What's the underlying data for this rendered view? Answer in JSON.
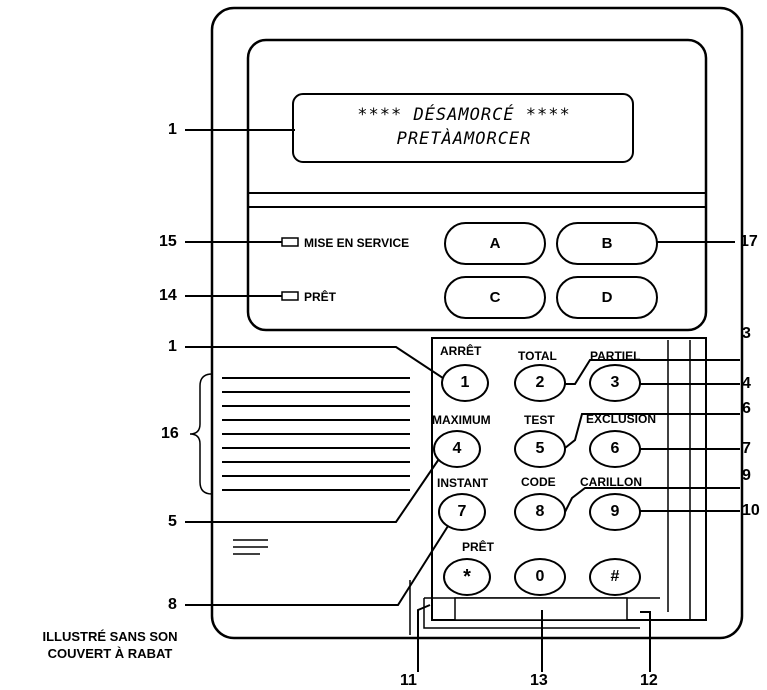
{
  "display": {
    "line1": "**** DÉSAMORCÉ ****",
    "line2": "PRETÀAMORCER"
  },
  "leds": {
    "service_label": "MISE EN SERVICE",
    "ready_label": "PRÊT"
  },
  "function_keys": [
    "A",
    "B",
    "C",
    "D"
  ],
  "keypad": [
    {
      "key": "1",
      "label": "ARRÊT"
    },
    {
      "key": "2",
      "label": "TOTAL"
    },
    {
      "key": "3",
      "label": "PARTIEL"
    },
    {
      "key": "4",
      "label": "MAXIMUM"
    },
    {
      "key": "5",
      "label": "TEST"
    },
    {
      "key": "6",
      "label": "EXCLUSION"
    },
    {
      "key": "7",
      "label": "INSTANT"
    },
    {
      "key": "8",
      "label": "CODE"
    },
    {
      "key": "9",
      "label": "CARILLON"
    },
    {
      "key": "*",
      "label": "PRÊT"
    },
    {
      "key": "0",
      "label": ""
    },
    {
      "key": "#",
      "label": ""
    }
  ],
  "callouts": [
    "1",
    "15",
    "14",
    "1",
    "16",
    "5",
    "8",
    "11",
    "13",
    "12",
    "17",
    "3",
    "4",
    "6",
    "7",
    "9",
    "10"
  ],
  "note": {
    "line1": "ILLUSTRÉ SANS SON",
    "line2": "COUVERT À RABAT"
  }
}
